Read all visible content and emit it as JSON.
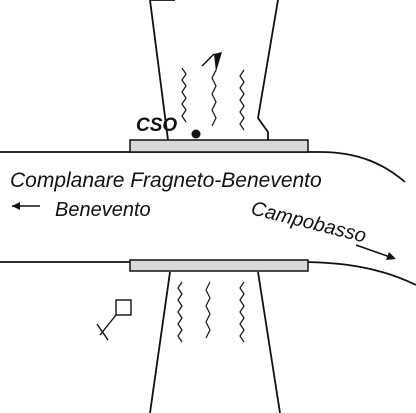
{
  "road": {
    "name": "Complanare Fragneto-Benevento",
    "west_direction": "Benevento",
    "east_direction": "Campobasso"
  },
  "marker": {
    "label": "CSO"
  },
  "colors": {
    "line": "#111111",
    "deck": "#d9d9d9",
    "background": "#ffffff"
  },
  "icons": {
    "flow_arrow": "flow-arrow-icon",
    "station": "station-symbol-icon"
  }
}
